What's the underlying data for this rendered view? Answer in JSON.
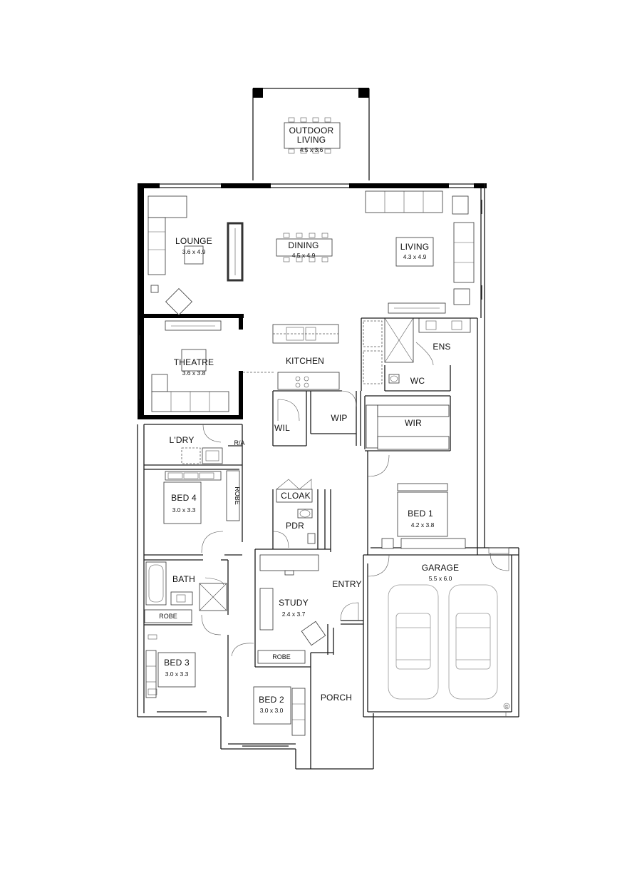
{
  "rooms": {
    "outdoor_living": {
      "name_line1": "OUTDOOR",
      "name_line2": "LIVING",
      "size": "4.5 x 3.6"
    },
    "lounge": {
      "name": "LOUNGE",
      "size": "3.6 x 4.9"
    },
    "dining": {
      "name": "DINING",
      "size": "4.5 x 4.9"
    },
    "living": {
      "name": "LIVING",
      "size": "4.3 x 4.9"
    },
    "theatre": {
      "name": "THEATRE",
      "size": "3.6 x 3.8"
    },
    "kitchen": {
      "name": "KITCHEN"
    },
    "ens": {
      "name": "ENS"
    },
    "wc": {
      "name": "WC"
    },
    "wir": {
      "name": "WIR"
    },
    "wip": {
      "name": "WIP"
    },
    "wil": {
      "name": "WIL"
    },
    "ldry": {
      "name": "L'DRY",
      "ra": "R/A"
    },
    "bed4": {
      "name": "BED 4",
      "size": "3.0 x 3.3",
      "robe": "ROBE"
    },
    "cloak": {
      "name": "CLOAK"
    },
    "pdr": {
      "name": "PDR"
    },
    "bed1": {
      "name": "BED 1",
      "size": "4.2 x 3.8"
    },
    "bath": {
      "name": "BATH",
      "robe": "ROBE"
    },
    "garage": {
      "name": "GARAGE",
      "size": "5.5 x 6.0"
    },
    "entry": {
      "name": "ENTRY"
    },
    "study": {
      "name": "STUDY",
      "size": "2.4 x 3.7",
      "robe": "ROBE"
    },
    "bed3": {
      "name": "BED 3",
      "size": "3.0 x 3.3"
    },
    "bed2": {
      "name": "BED 2",
      "size": "3.0 x 3.0"
    },
    "porch": {
      "name": "PORCH"
    }
  },
  "copyright_mark": "©"
}
